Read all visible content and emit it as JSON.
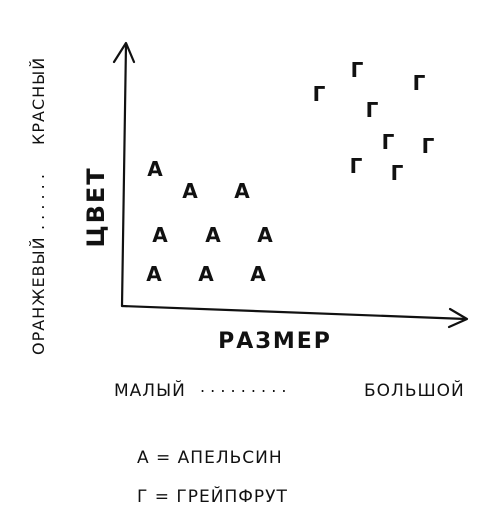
{
  "axes": {
    "y_title": "ЦВЕТ",
    "y_scale_low": "ОРАНЖЕВЫЙ",
    "y_scale_dots": ". . . . . .",
    "y_scale_high": "КРАСНЫЙ",
    "x_title": "РАЗМЕР",
    "x_scale_low": "МАЛЫЙ",
    "x_scale_dots": ". . . . . . . . .",
    "x_scale_high": "БОЛЬШОЙ"
  },
  "points": {
    "orange_letter": "А",
    "grapefruit_letter": "Г"
  },
  "legend": {
    "orange": "А = АПЕЛЬСИН",
    "grapefruit": "Г = ГРЕЙПФРУТ"
  },
  "colors": {
    "ink": "#111111",
    "background": "#ffffff"
  }
}
